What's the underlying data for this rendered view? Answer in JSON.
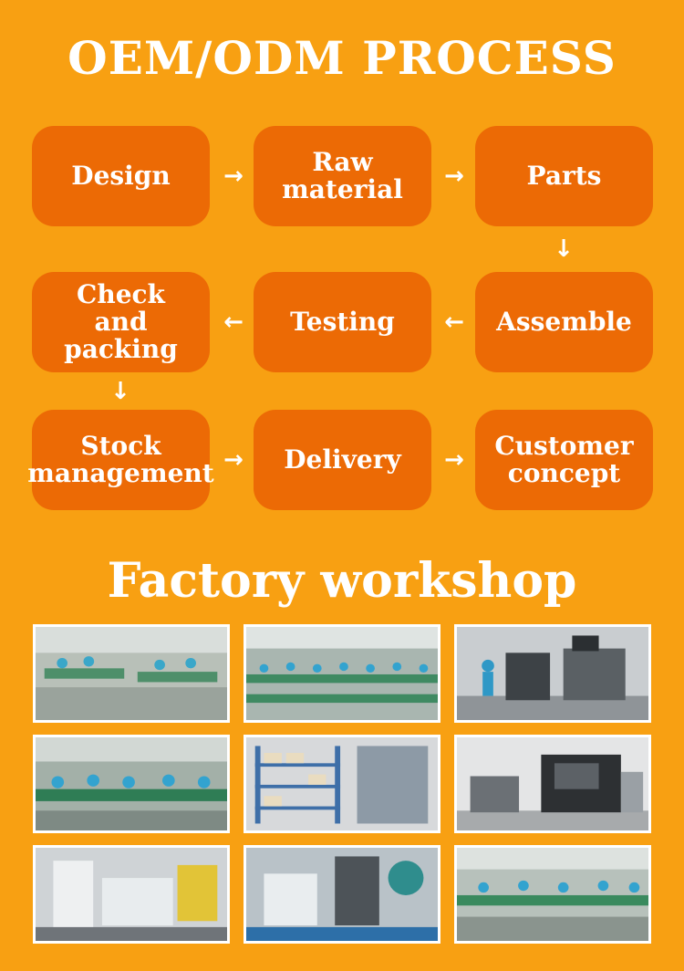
{
  "process_title": "OEM/ODM  PROCESS",
  "steps": {
    "design": "Design",
    "raw_material": "Raw\nmaterial",
    "parts": "Parts",
    "assemble": "Assemble",
    "testing": "Testing",
    "check_packing": "Check\nand packing",
    "stock_management": "Stock\nmanagement",
    "delivery": "Delivery",
    "customer_concept": "Customer\nconcept"
  },
  "arrows": {
    "right": "→",
    "left": "←",
    "down": "↓"
  },
  "workshop_title": "Factory workshop",
  "colors": {
    "background": "#f8a012",
    "step_box": "#ec6a05",
    "text": "#ffffff"
  }
}
